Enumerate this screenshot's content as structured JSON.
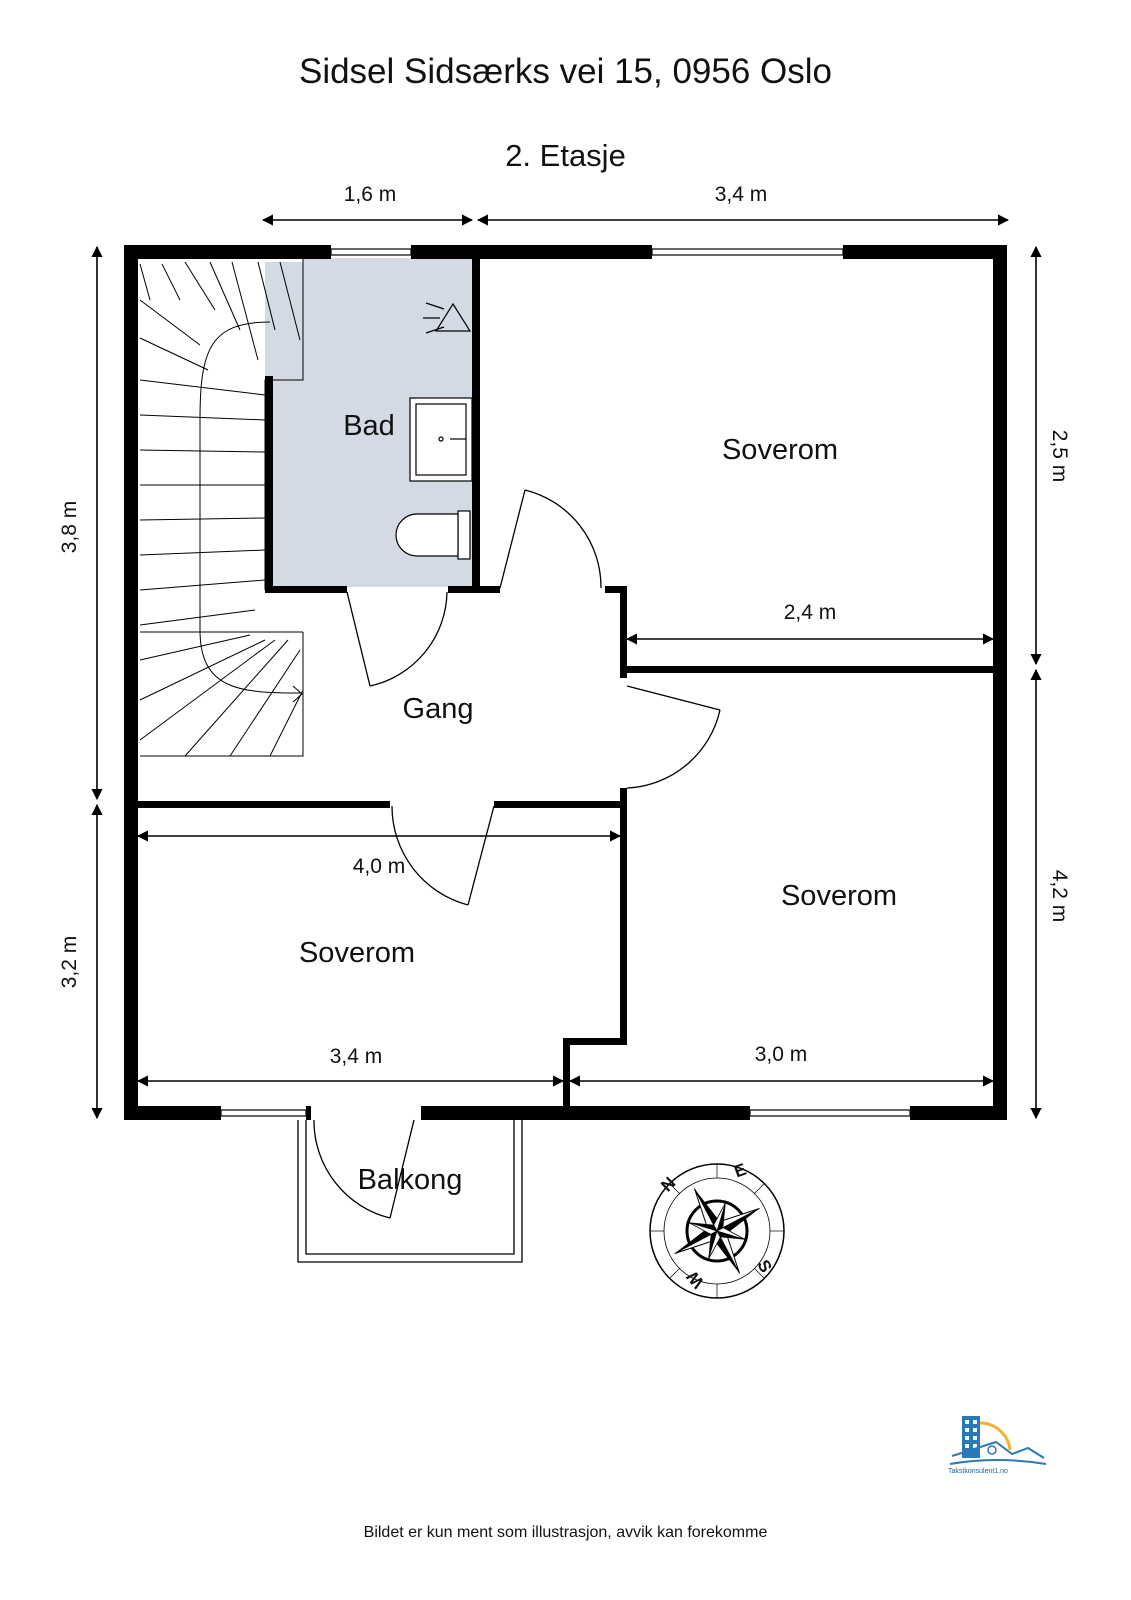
{
  "title": "Sidsel Sidsærks vei 15, 0956 Oslo",
  "floor": "2. Etasje",
  "footer": "Bildet er kun ment som illustrasjon, avvik kan forekomme",
  "rooms": {
    "bad": "Bad",
    "soverom_top_right": "Soverom",
    "gang": "Gang",
    "soverom_bottom_right": "Soverom",
    "soverom_bottom_left": "Soverom",
    "balkong": "Balkong"
  },
  "dimensions": {
    "top_left": "1,6 m",
    "top_right": "3,4 m",
    "left_upper": "3,8 m",
    "left_lower": "3,2 m",
    "right_upper": "2,5 m",
    "right_lower": "4,2 m",
    "inner_bedroom_top": "2,4 m",
    "inner_bedroom_left_width": "4,0 m",
    "inner_bedroom_left_bottom": "3,4 m",
    "inner_bedroom_right_bottom": "3,0 m"
  },
  "compass": {
    "n": "N",
    "e": "E",
    "s": "S",
    "w": "W"
  },
  "logo": {
    "text": "Takstkonsulent1.no"
  },
  "colors": {
    "wall": "#000000",
    "bathroom": "#d3dae4",
    "logo_blue": "#2a7ab8",
    "logo_orange": "#f2b134"
  }
}
